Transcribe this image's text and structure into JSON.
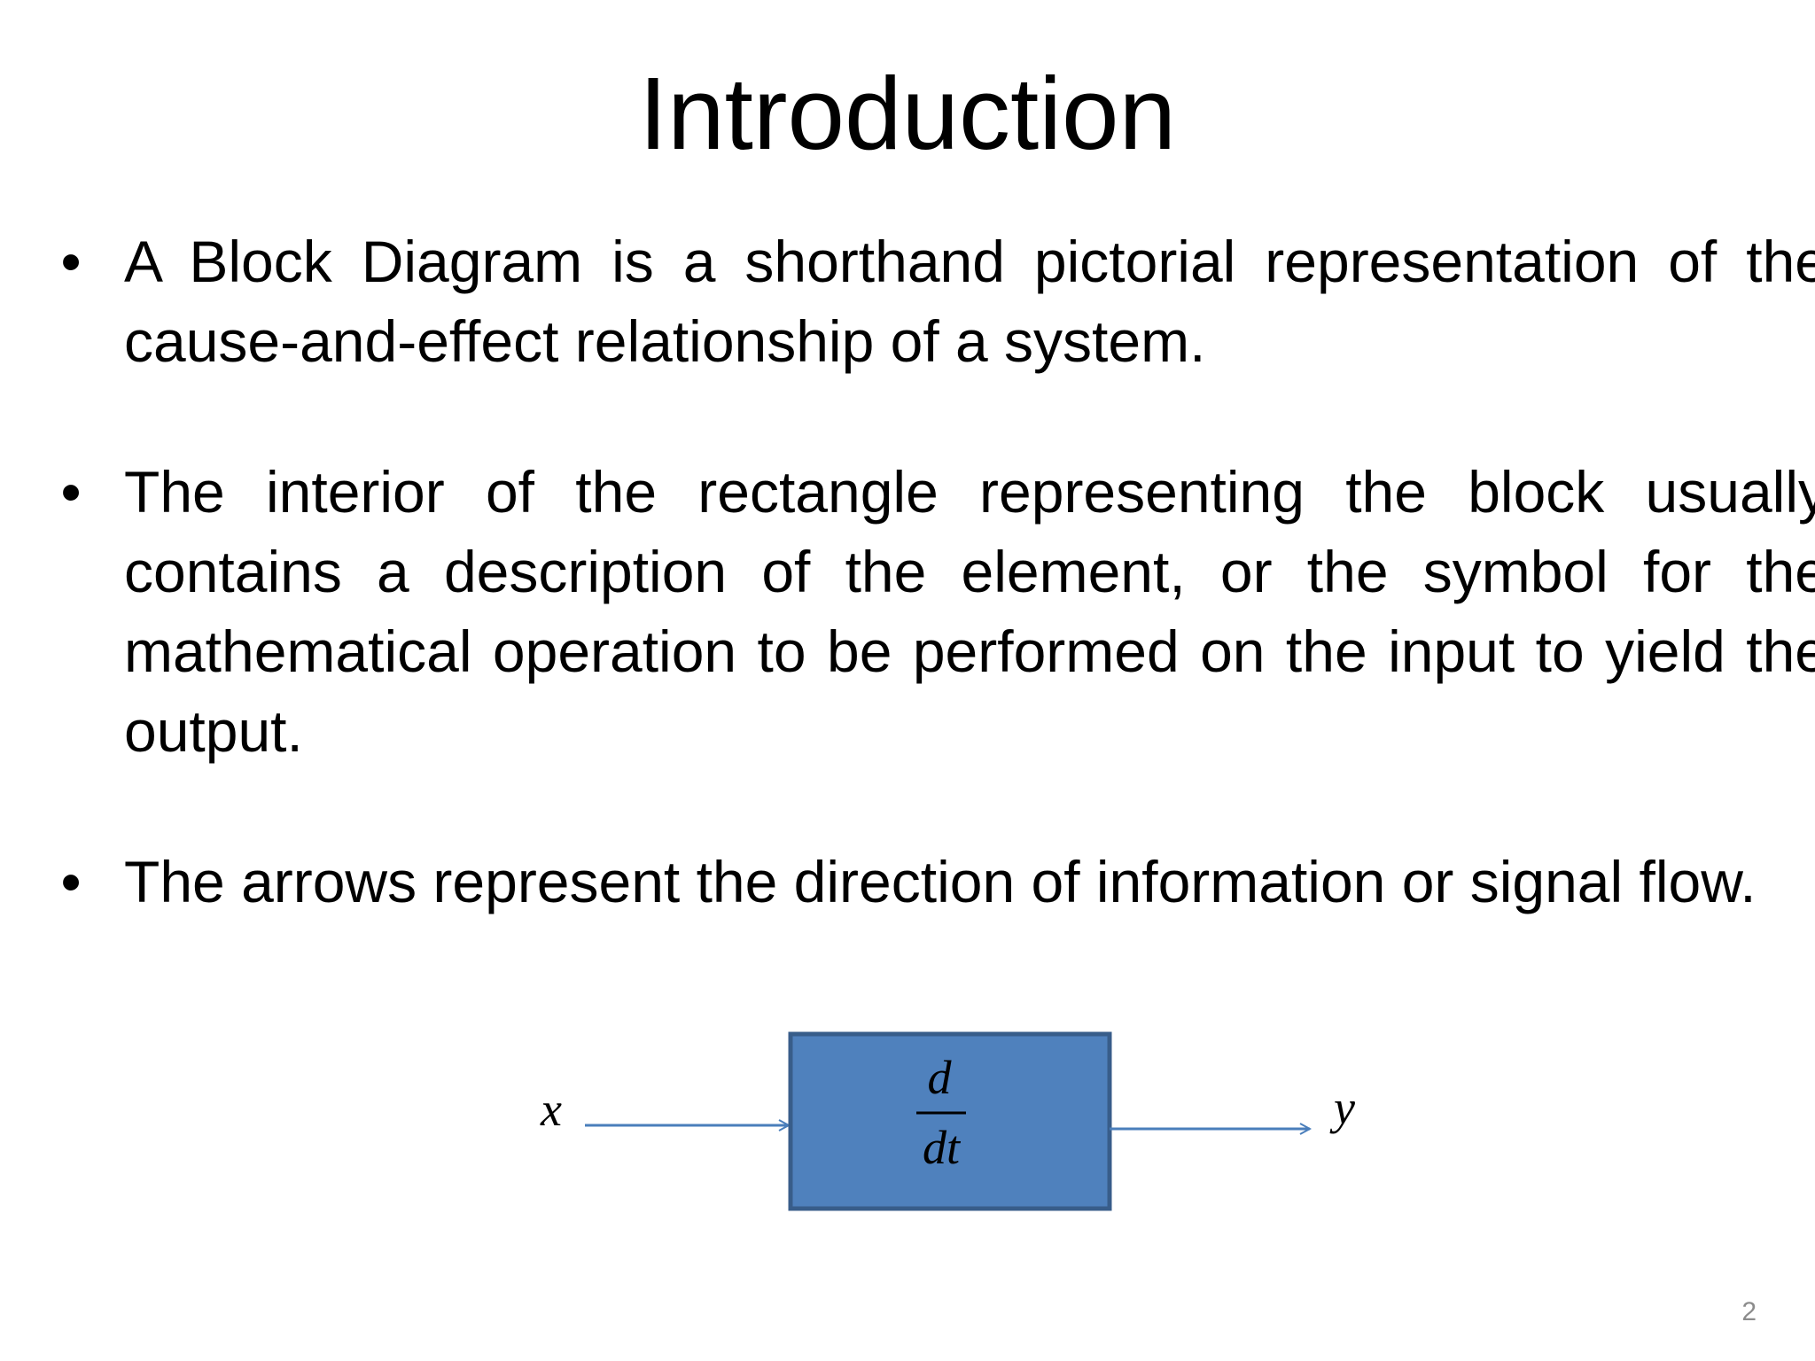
{
  "slide": {
    "title": "Introduction",
    "bullets": [
      {
        "text": "A Block Diagram is a shorthand pictorial representation of the cause-and-effect relationship of a system."
      },
      {
        "text": "The interior of the rectangle representing the block usually contains a description of the element, or the symbol for the mathematical operation to be performed on the input to yield the output."
      },
      {
        "text": "The arrows represent the direction of information or signal flow."
      }
    ],
    "bullet_symbol": "•",
    "page_number": "2"
  },
  "diagram": {
    "input_label": "x",
    "output_label": "y",
    "block": {
      "numerator": "d",
      "denominator": "dt",
      "fill_color": "#4f81bd",
      "border_color": "#385d8a"
    },
    "arrow_color": "#4a7ebb"
  }
}
